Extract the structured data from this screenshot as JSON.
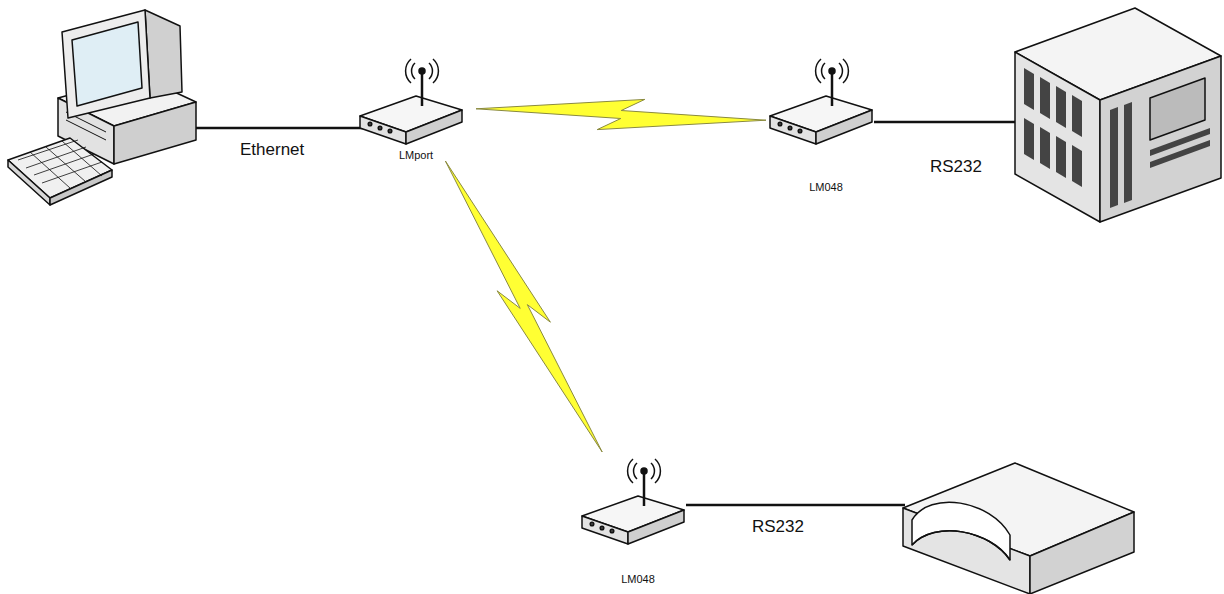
{
  "diagram": {
    "nodes": [
      {
        "text": [
          "LMport"
        ]
      },
      {
        "text": [
          "LM048"
        ]
      },
      {
        "text": [
          "LM048"
        ]
      }
    ],
    "edges": [
      {
        "from": 0,
        "to": 1,
        "arrow": "none"
      },
      {
        "from": 0,
        "to": 2,
        "arrow": "none"
      }
    ],
    "labels": [
      "Ethernet",
      "RS232",
      "RS232"
    ]
  }
}
